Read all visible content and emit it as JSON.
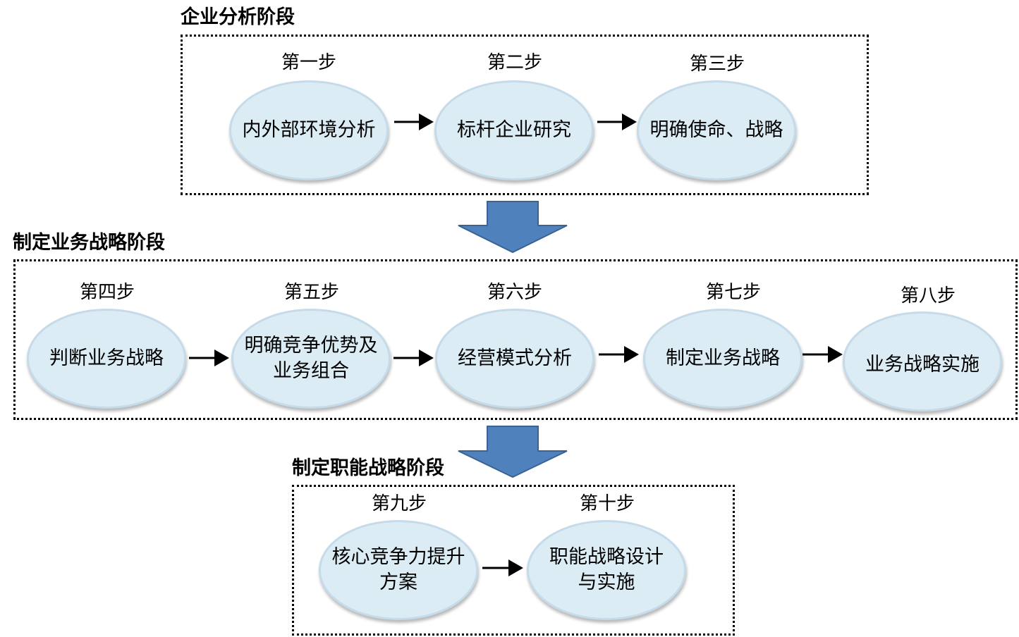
{
  "stages": [
    {
      "title": "企业分析阶段",
      "steps": [
        {
          "label": "第一步",
          "text": "内外部环境分析"
        },
        {
          "label": "第二步",
          "text": "标杆企业研究"
        },
        {
          "label": "第三步",
          "text": "明确使命、战略"
        }
      ]
    },
    {
      "title": "制定业务战略阶段",
      "steps": [
        {
          "label": "第四步",
          "text": "判断业务战略"
        },
        {
          "label": "第五步",
          "text": "明确竞争优势及",
          "text2": "业务组合"
        },
        {
          "label": "第六步",
          "text": "经营模式分析"
        },
        {
          "label": "第七步",
          "text": "制定业务战略"
        },
        {
          "label": "第八步",
          "text": "业务战略实施"
        }
      ]
    },
    {
      "title": "制定职能战略阶段",
      "steps": [
        {
          "label": "第九步",
          "text": "核心竞争力提升",
          "text2": "方案"
        },
        {
          "label": "第十步",
          "text": "职能战略设计",
          "text2": "与实施"
        }
      ]
    }
  ]
}
